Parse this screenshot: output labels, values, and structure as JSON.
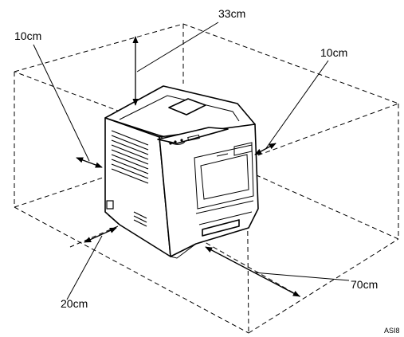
{
  "labels": {
    "top": "33cm",
    "left": "10cm",
    "right": "10cm",
    "back": "20cm",
    "front": "70cm"
  },
  "figure_code": "ASI8"
}
